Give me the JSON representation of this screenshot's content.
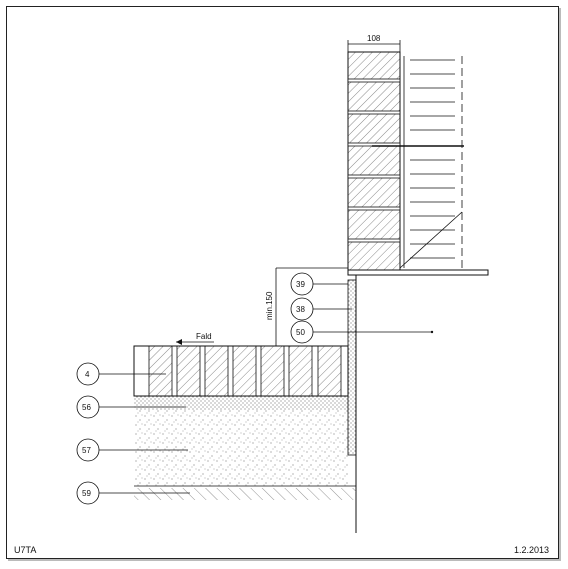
{
  "sheet": {
    "code": "U7TA",
    "date": "1.2.2013"
  },
  "dimensions": {
    "wall_width": "108",
    "min_height": "min.150"
  },
  "annotations": {
    "slope": "Fald"
  },
  "callouts": {
    "c39": "39",
    "c38": "38",
    "c50": "50",
    "c4": "4",
    "c56": "56",
    "c57": "57",
    "c59": "59"
  }
}
